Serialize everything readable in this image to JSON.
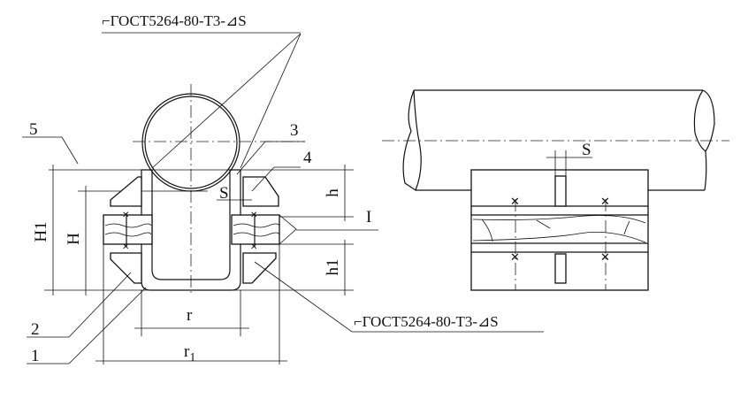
{
  "labels": {
    "weld_top": "⌐ГОСТ5264-80-Т3-⊿S",
    "weld_bottom": "⌐ГОСТ5264-80-Т3-⊿S",
    "part_1": "1",
    "part_2": "2",
    "part_3": "3",
    "part_4": "4",
    "part_5": "5",
    "section_I": "I",
    "dim_H1": "H1",
    "dim_H": "H",
    "dim_h": "h",
    "dim_h1": "h1",
    "dim_r": "r",
    "dim_r1": "r",
    "dim_r1_sub": "1",
    "dim_S_left": "S",
    "dim_S_right": "S"
  }
}
